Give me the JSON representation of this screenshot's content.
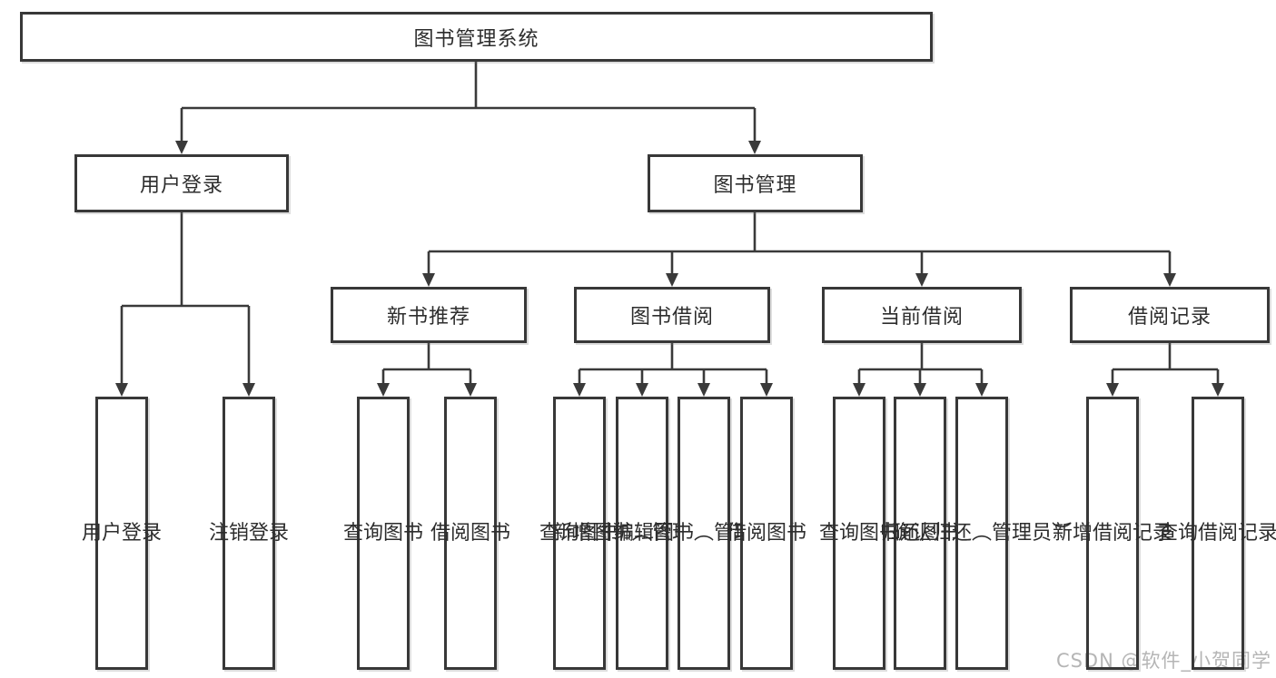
{
  "colors": {
    "line": "#3a3a3a",
    "box_border": "#383838",
    "text": "#2d2d2d",
    "watermark": "#b5b5b5",
    "background": "#ffffff"
  },
  "tree": {
    "root": {
      "label": "图书管理系统"
    },
    "children": [
      {
        "label": "用户登录",
        "children": [
          {
            "label": "用户登录"
          },
          {
            "label": "注销登录"
          }
        ]
      },
      {
        "label": "图书管理",
        "children": [
          {
            "label": "新书推荐",
            "children": [
              {
                "label": "查询图书"
              },
              {
                "label": "借阅图书"
              }
            ]
          },
          {
            "label": "图书借阅",
            "children": [
              {
                "label": "查询图书"
              },
              {
                "label": "新增图书（管理员）"
              },
              {
                "label": "编辑图书（管理员）"
              },
              {
                "label": "借阅图书"
              }
            ]
          },
          {
            "label": "当前借阅",
            "children": [
              {
                "label": "查询图书"
              },
              {
                "label": "归还图书"
              },
              {
                "label": "确认归还（管理员）"
              }
            ]
          },
          {
            "label": "借阅记录",
            "children": [
              {
                "label": "新增借阅记录"
              },
              {
                "label": "查询借阅记录"
              }
            ]
          }
        ]
      }
    ]
  },
  "watermark": {
    "text": "CSDN @软件_小贺同学"
  }
}
